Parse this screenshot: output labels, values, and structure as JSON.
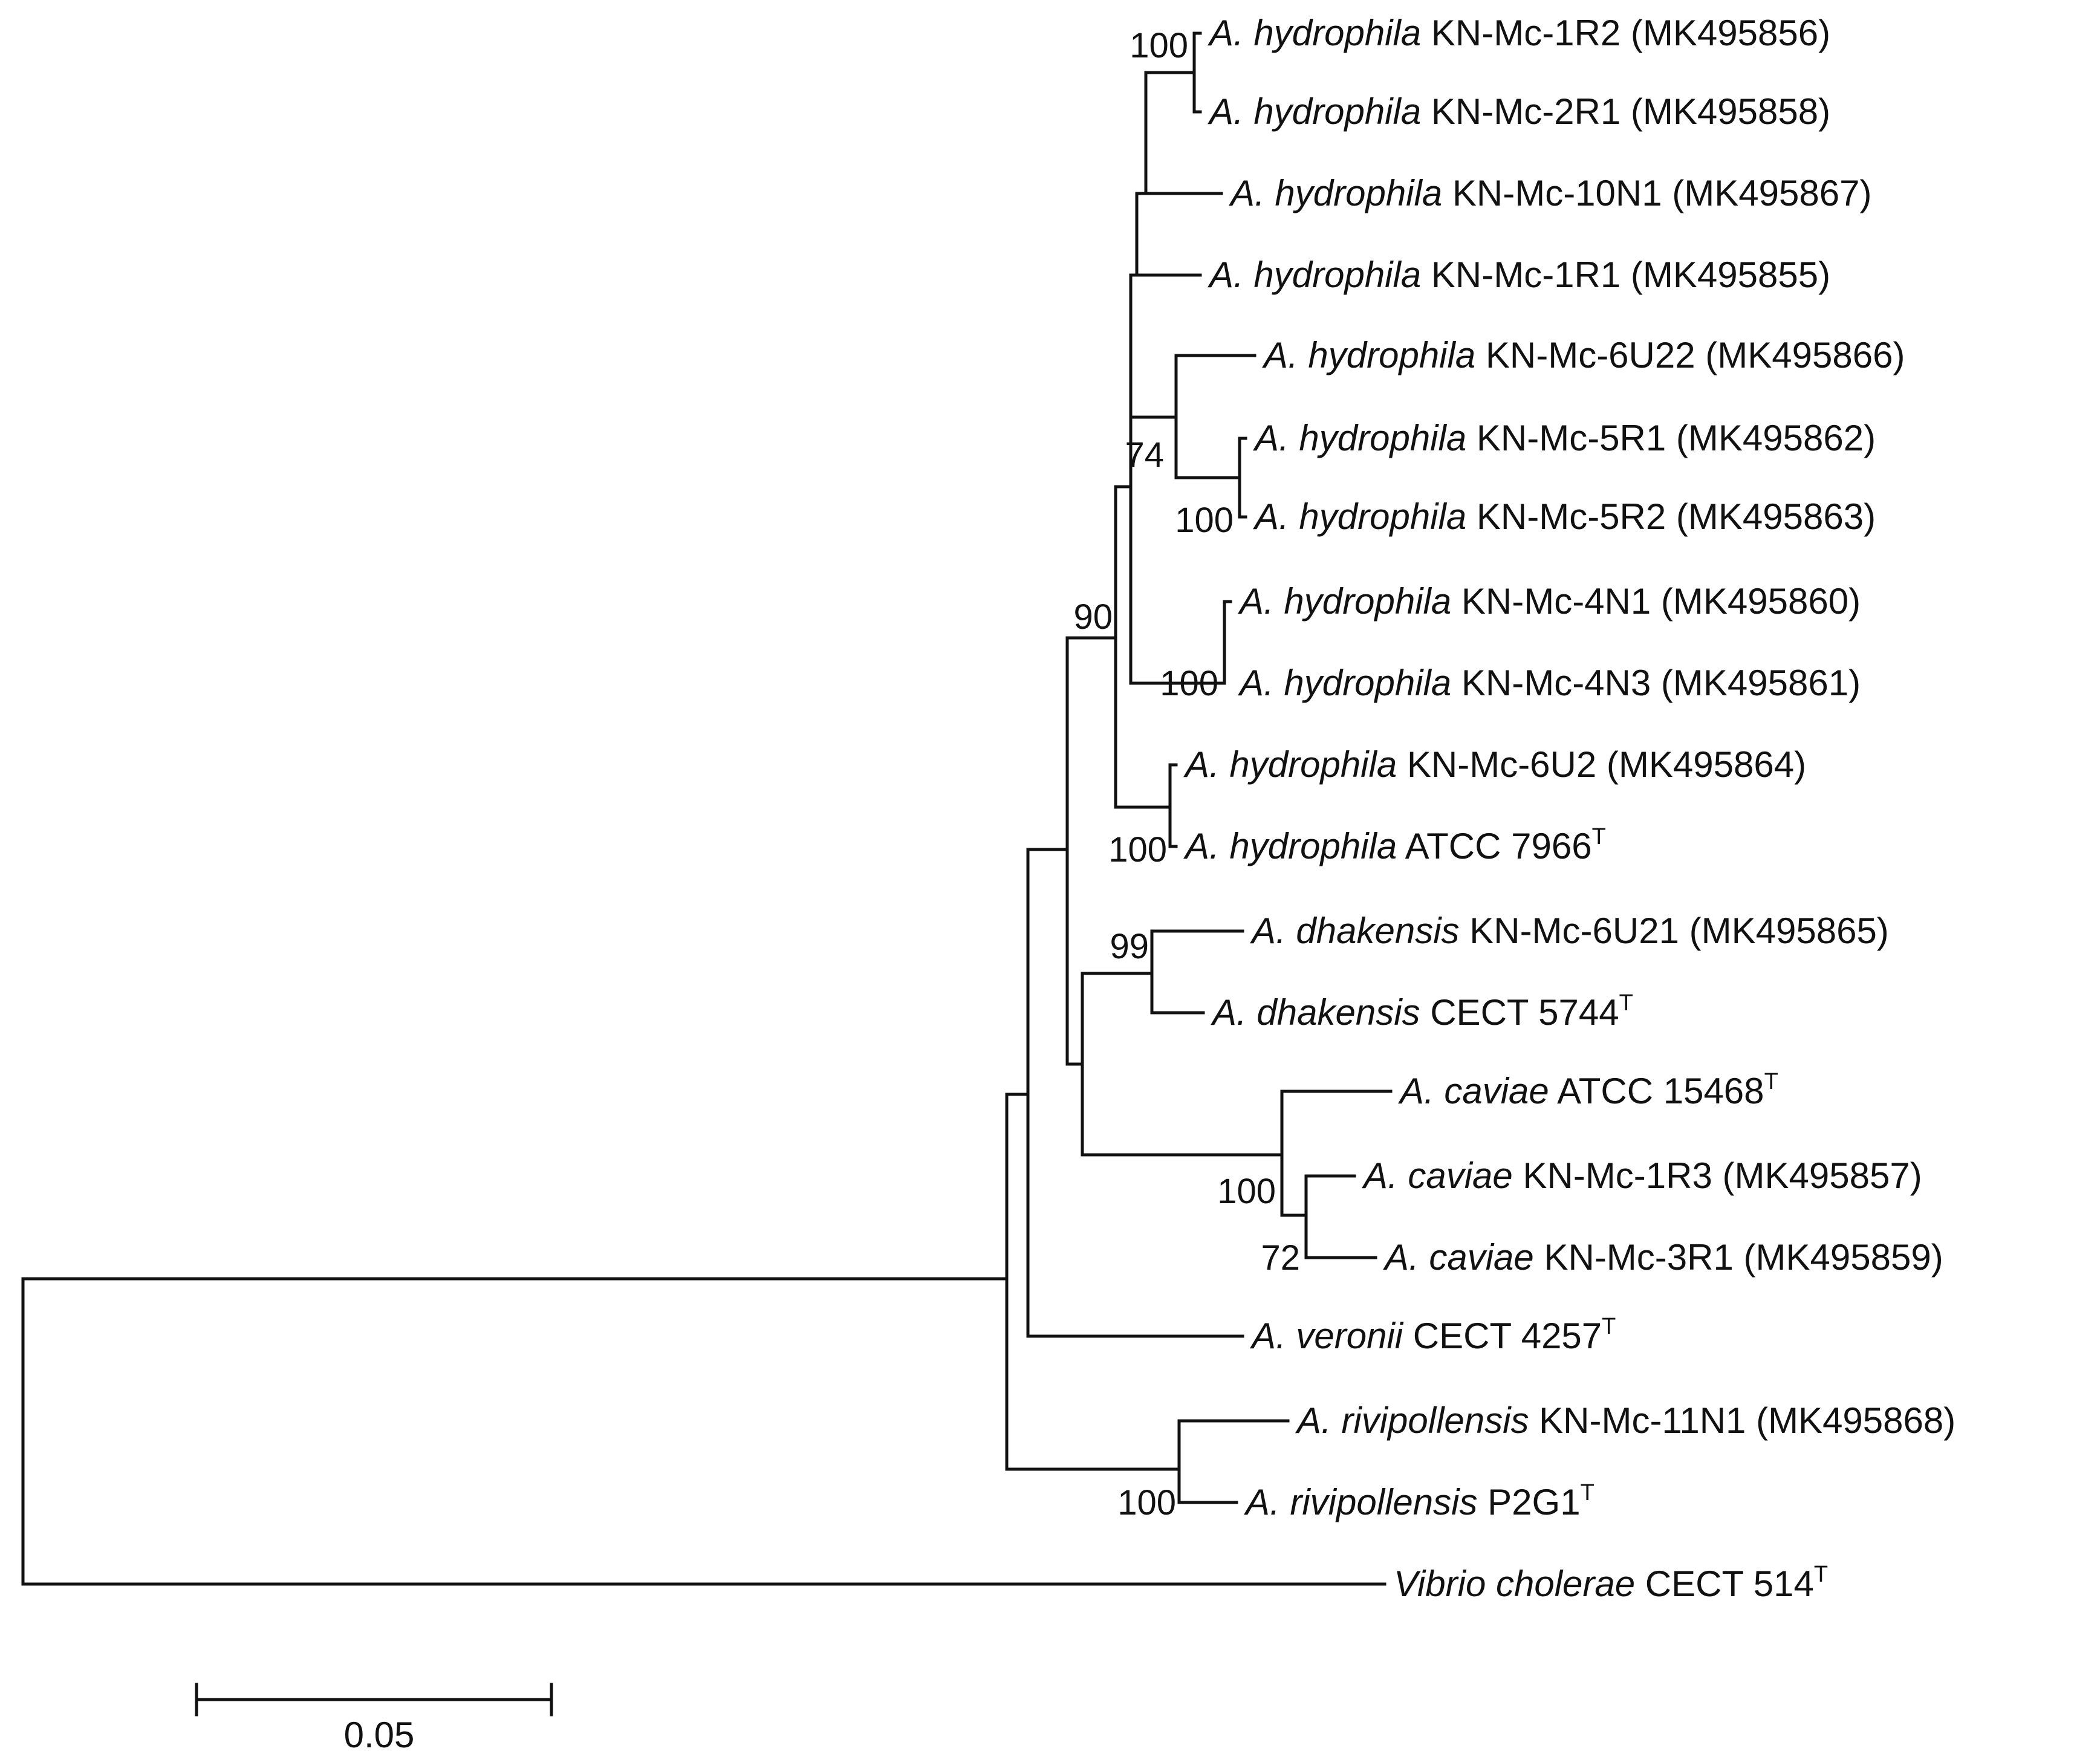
{
  "tree": {
    "leaves": [
      {
        "id": "L1",
        "species": "A. hydrophila",
        "strain": "KN-Mc-1R2 (MK495856)",
        "type_strain": false
      },
      {
        "id": "L2",
        "species": "A. hydrophila",
        "strain": "KN-Mc-2R1 (MK495858)",
        "type_strain": false
      },
      {
        "id": "L3",
        "species": "A. hydrophila",
        "strain": "KN-Mc-10N1 (MK495867)",
        "type_strain": false
      },
      {
        "id": "L4",
        "species": "A. hydrophila",
        "strain": "KN-Mc-1R1 (MK495855)",
        "type_strain": false
      },
      {
        "id": "L5",
        "species": "A. hydrophila",
        "strain": "KN-Mc-6U22 (MK495866)",
        "type_strain": false
      },
      {
        "id": "L6",
        "species": "A. hydrophila",
        "strain": "KN-Mc-5R1 (MK495862)",
        "type_strain": false
      },
      {
        "id": "L7",
        "species": "A. hydrophila",
        "strain": "KN-Mc-5R2 (MK495863)",
        "type_strain": false
      },
      {
        "id": "L8",
        "species": "A. hydrophila",
        "strain": "KN-Mc-4N1 (MK495860)",
        "type_strain": false
      },
      {
        "id": "L9",
        "species": "A. hydrophila",
        "strain": "KN-Mc-4N3 (MK495861)",
        "type_strain": false
      },
      {
        "id": "L10",
        "species": "A. hydrophila",
        "strain": "KN-Mc-6U2 (MK495864)",
        "type_strain": false
      },
      {
        "id": "L11",
        "species": "A. hydrophila",
        "strain": "ATCC 7966",
        "type_strain": true
      },
      {
        "id": "L12",
        "species": "A. dhakensis",
        "strain": "KN-Mc-6U21 (MK495865)",
        "type_strain": false
      },
      {
        "id": "L13",
        "species": "A. dhakensis",
        "strain": "CECT 5744",
        "type_strain": true
      },
      {
        "id": "L14",
        "species": "A. caviae",
        "strain": "ATCC 15468",
        "type_strain": true
      },
      {
        "id": "L15",
        "species": "A. caviae",
        "strain": "KN-Mc-1R3 (MK495857)",
        "type_strain": false
      },
      {
        "id": "L16",
        "species": "A. caviae",
        "strain": "KN-Mc-3R1 (MK495859)",
        "type_strain": false
      },
      {
        "id": "L17",
        "species": "A. veronii",
        "strain": "CECT 4257",
        "type_strain": true
      },
      {
        "id": "L18",
        "species": "A. rivipollensis",
        "strain": "KN-Mc-11N1 (MK495868)",
        "type_strain": false
      },
      {
        "id": "L19",
        "species": "A. rivipollensis",
        "strain": "P2G1",
        "type_strain": true
      },
      {
        "id": "L20",
        "species": "Vibrio cholerae",
        "strain": "CECT 514",
        "type_strain": true
      }
    ],
    "type_strain_marker": "T",
    "bootstrap_values": [
      "100",
      "74",
      "100",
      "90",
      "100",
      "100",
      "99",
      "100",
      "72",
      "100"
    ],
    "scale_bar_label": "0.05",
    "line_color": "#111111"
  }
}
